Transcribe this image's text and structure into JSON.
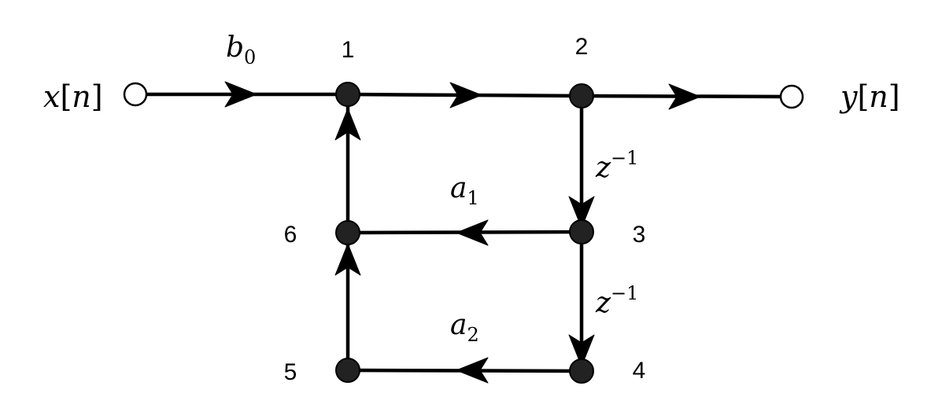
{
  "nodes": {
    "n1": "1",
    "n2": "2",
    "n3": "3",
    "n4": "4",
    "n5": "5",
    "n6": "6"
  },
  "io": {
    "input_var": "x",
    "input_index": "n",
    "output_var": "y",
    "output_index": "n"
  },
  "gains": {
    "b0_var": "b",
    "b0_sub": "0",
    "a1_var": "a",
    "a1_sub": "1",
    "a2_var": "a",
    "a2_sub": "2"
  },
  "delays": {
    "d1_var": "z",
    "d1_exp": "−1",
    "d2_var": "z",
    "d2_exp": "−1"
  },
  "colors": {
    "line": "#000000",
    "node_fill": "#222222",
    "open_node_fill": "#ffffff"
  }
}
